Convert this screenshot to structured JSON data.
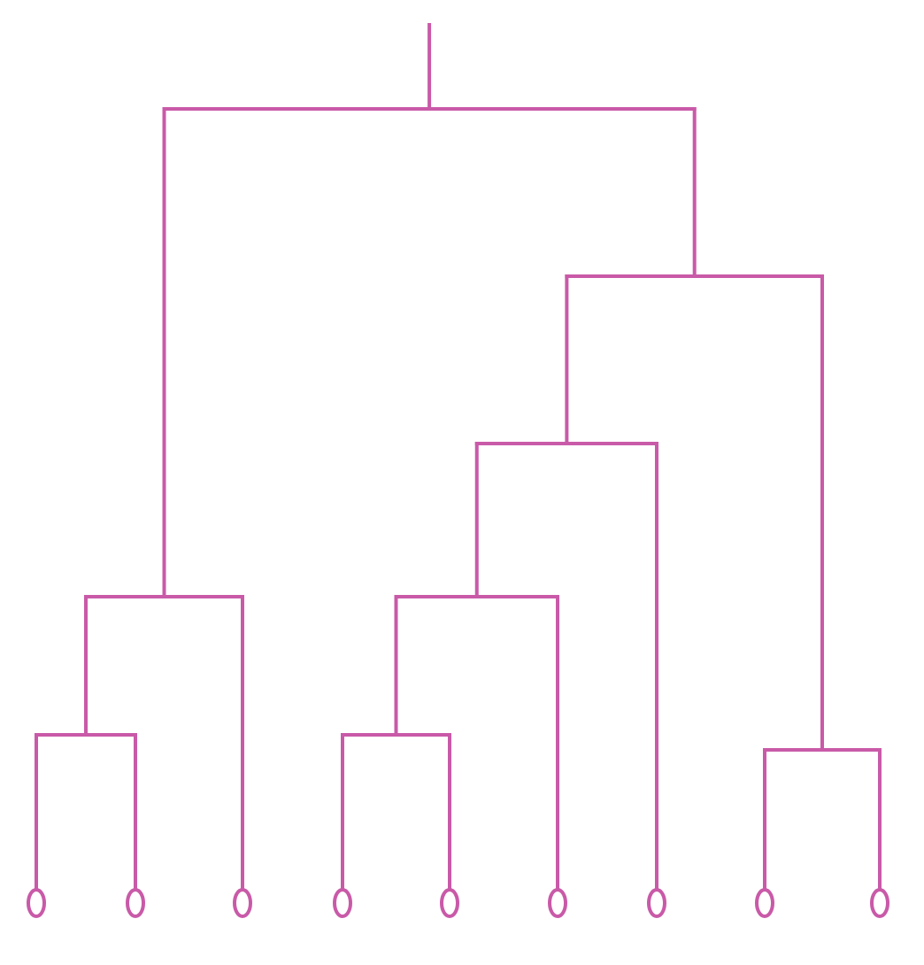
{
  "diagram": {
    "type": "dendrogram",
    "orientation": "top-down",
    "color": "#c95aa8",
    "tree": {
      "id": "root",
      "children": [
        {
          "id": "left-cluster",
          "children": [
            {
              "id": "left-pair",
              "children": [
                {
                  "id": "leaf-1"
                },
                {
                  "id": "leaf-2"
                }
              ]
            },
            {
              "id": "leaf-3"
            }
          ]
        },
        {
          "id": "right-cluster",
          "children": [
            {
              "id": "middle-cluster",
              "children": [
                {
                  "id": "middle-subcluster",
                  "children": [
                    {
                      "id": "middle-pair",
                      "children": [
                        {
                          "id": "leaf-4"
                        },
                        {
                          "id": "leaf-5"
                        }
                      ]
                    },
                    {
                      "id": "leaf-6"
                    }
                  ]
                },
                {
                  "id": "leaf-7"
                }
              ]
            },
            {
              "id": "right-pair",
              "children": [
                {
                  "id": "leaf-8"
                },
                {
                  "id": "leaf-9"
                }
              ]
            }
          ]
        }
      ]
    }
  }
}
